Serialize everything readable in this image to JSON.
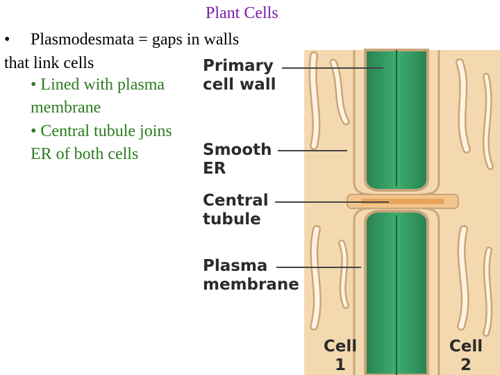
{
  "slide": {
    "title": "Plant Cells",
    "bullet": {
      "mark": "•",
      "text": "Plasmodesmata = gaps in walls that link cells"
    },
    "sub_bullets": [
      {
        "mark": "•",
        "text": "Lined with plasma membrane"
      },
      {
        "mark": "•",
        "text": "Central tubule joins ER of both cells"
      }
    ]
  },
  "diagram": {
    "labels": {
      "primary_line1": "Primary",
      "primary_line2": "cell wall",
      "smooth_line1": "Smooth",
      "smooth_line2": "ER",
      "central_line1": "Central",
      "central_line2": "tubule",
      "plasma_line1": "Plasma",
      "plasma_line2": "membrane",
      "cell1_line1": "Cell",
      "cell1_line2": "1",
      "cell2_line1": "Cell",
      "cell2_line2": "2"
    },
    "colors": {
      "wall_green": "#2e8b57",
      "wall_green_light": "#3cae6f",
      "cytoplasm_tan": "#f4d9b0",
      "membrane_outline": "#c9a57a",
      "tubule_orange": "#e8a55a",
      "leader_line": "#444444"
    }
  }
}
